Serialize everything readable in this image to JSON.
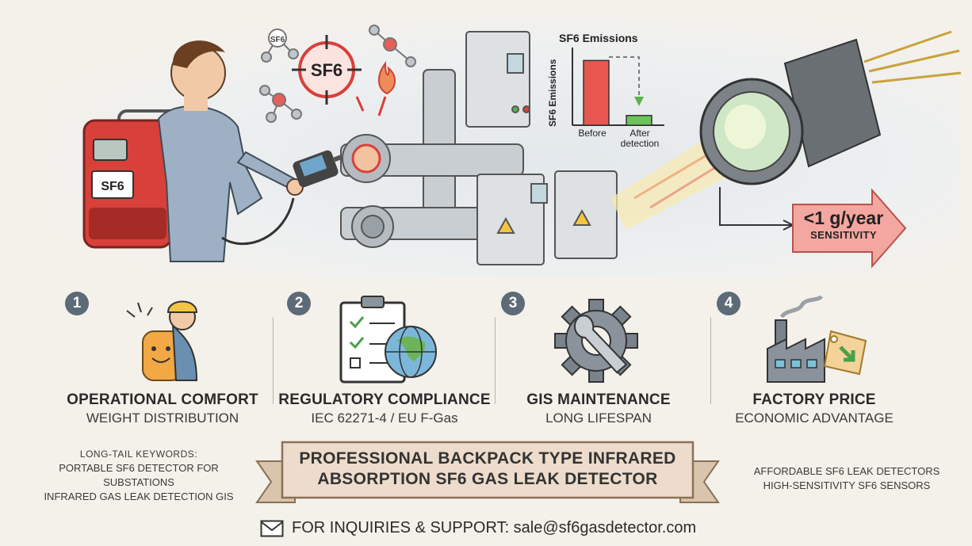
{
  "hero": {
    "chemical_label": "SF6",
    "backpack_label": "SF6",
    "sensitivity_value": "<1 g/year",
    "sensitivity_caption": "SENSITIVITY"
  },
  "chart_data": {
    "type": "bar",
    "title": "SF6 Emissions",
    "ylabel": "SF6 Emissions",
    "categories": [
      "Before",
      "After detection"
    ],
    "values": [
      100,
      15
    ],
    "ylim": [
      0,
      120
    ],
    "colors": [
      "#e8574f",
      "#6cc35a"
    ]
  },
  "features": [
    {
      "number": "1",
      "title": "OPERATIONAL COMFORT",
      "subtitle": "WEIGHT DISTRIBUTION",
      "icon": "worker-backpack-icon"
    },
    {
      "number": "2",
      "title": "REGULATORY COMPLIANCE",
      "subtitle": "IEC 62271-4 / EU F-Gas",
      "icon": "checklist-globe-icon"
    },
    {
      "number": "3",
      "title": "GIS MAINTENANCE",
      "subtitle": "LONG LIFESPAN",
      "icon": "gear-wrench-icon"
    },
    {
      "number": "4",
      "title": "FACTORY PRICE",
      "subtitle": "ECONOMIC ADVANTAGE",
      "icon": "factory-price-tag-icon"
    }
  ],
  "keywords_left": {
    "heading": "LONG-TAIL KEYWORDS:",
    "lines": [
      "PORTABLE SF6 DETECTOR FOR SUBSTATIONS",
      "INFRARED GAS LEAK DETECTION GIS"
    ]
  },
  "banner": {
    "line1": "PROFESSIONAL BACKPACK TYPE INFRARED",
    "line2": "ABSORPTION SF6 GAS LEAK DETECTOR"
  },
  "keywords_right": {
    "lines": [
      "AFFORDABLE SF6 LEAK DETECTORS",
      "HIGH-SENSITIVITY SF6 SENSORS"
    ]
  },
  "contact": {
    "label": "FOR INQUIRIES & SUPPORT: sale@sf6gasdetector.com"
  },
  "colors": {
    "accent_red": "#d8403a",
    "accent_green": "#5bb04a",
    "sensitivity_arrow": "#f4a6a0",
    "banner": "#eddccb"
  }
}
